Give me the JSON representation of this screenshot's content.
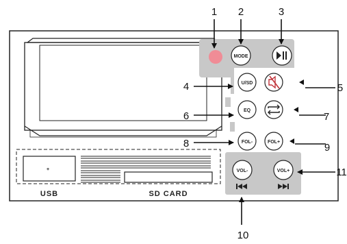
{
  "buttons": {
    "mode": "MODE",
    "usd": "U/SD",
    "eq": "EQ",
    "fol_minus": "FOL-",
    "fol_plus": "FOL+",
    "vol_minus": "VOL-",
    "vol_plus": "VOL+"
  },
  "ports": {
    "usb": "USB",
    "sd_card": "SD CARD",
    "usb_plus": "+"
  },
  "callouts": {
    "c1": "1",
    "c2": "2",
    "c3": "3",
    "c4": "4",
    "c5": "5",
    "c6": "6",
    "c7": "7",
    "c8": "8",
    "c9": "9",
    "c10": "10",
    "c11": "11"
  },
  "colors": {
    "panel_gray": "#c8c8c8",
    "indicator_pink": "#f08c96",
    "outline": "#222222"
  }
}
